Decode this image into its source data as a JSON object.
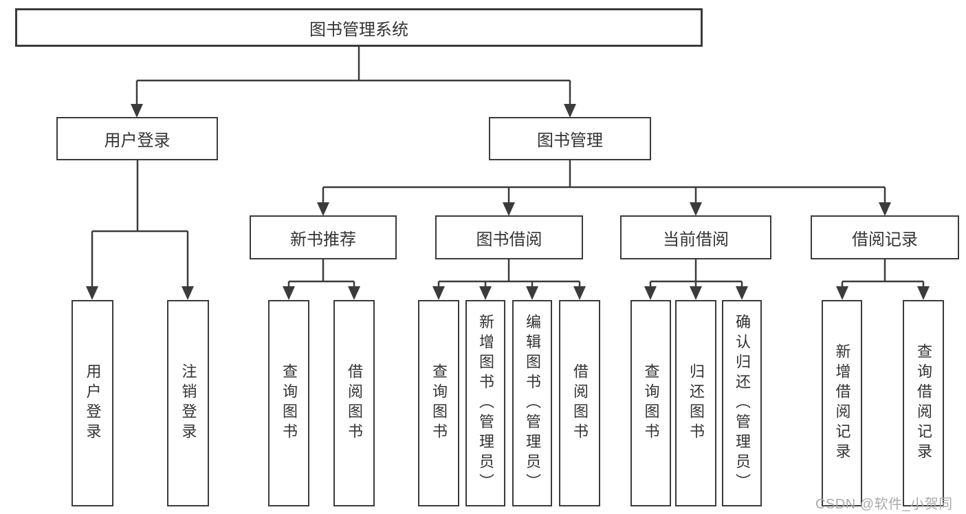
{
  "nodes": {
    "root": "图书管理系统",
    "user_login": "用户登录",
    "book_management": "图书管理",
    "new_book_recommend": "新书推荐",
    "book_borrow": "图书借阅",
    "current_borrow": "当前借阅",
    "borrow_records": "借阅记录",
    "leaf_user_login": "用户登录",
    "leaf_logout": "注销登录",
    "leaf_query_books_1": "查询图书",
    "leaf_borrow_books_1": "借阅图书",
    "leaf_query_books_2": "查询图书",
    "leaf_add_book_admin": "新增图书（管理员）",
    "leaf_edit_book_admin": "编辑图书（管理员）",
    "leaf_borrow_books_2": "借阅图书",
    "leaf_query_books_3": "查询图书",
    "leaf_return_books": "归还图书",
    "leaf_confirm_return_admin": "确认归还（管理员）",
    "leaf_add_borrow_record": "新增借阅记录",
    "leaf_query_borrow_record": "查询借阅记录"
  },
  "watermark": "CSDN @软件_小贺同学",
  "colors": {
    "line": "#3b3b3b",
    "text": "#333333",
    "watermark": "#ababab",
    "background": "#ffffff"
  }
}
